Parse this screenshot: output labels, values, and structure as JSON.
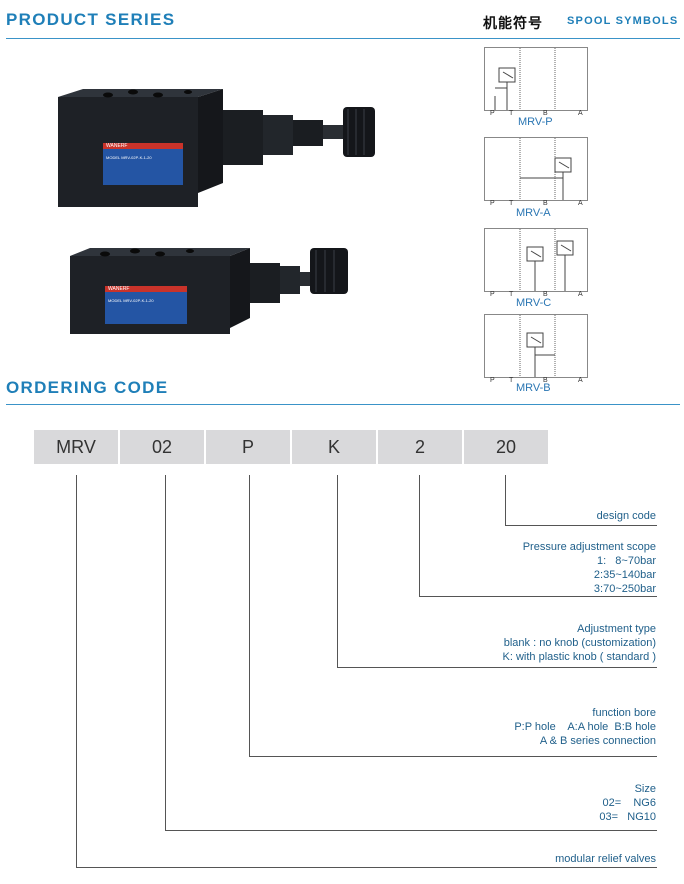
{
  "header": {
    "product_series": "PRODUCT SERIES",
    "spool_cn": "机能符号",
    "spool_en": "SPOOL SYMBOLS",
    "ordering_code": "ORDERING CODE"
  },
  "symbols": [
    {
      "label": "MRV-P",
      "pins": [
        "P",
        "T",
        "B",
        "A"
      ]
    },
    {
      "label": "MRV-A",
      "pins": [
        "P",
        "T",
        "B",
        "A"
      ]
    },
    {
      "label": "MRV-C",
      "pins": [
        "P",
        "T",
        "B",
        "A"
      ]
    },
    {
      "label": "MRV-B",
      "pins": [
        "P",
        "T",
        "B",
        "A"
      ]
    }
  ],
  "valves": [
    {
      "brand": "WANERF",
      "nameplate": "MODEL  MRV-02P-K-1-20"
    },
    {
      "brand": "WANERF",
      "nameplate": "MODEL  MRV-02P-K-1-20"
    }
  ],
  "code_boxes": [
    "MRV",
    "02",
    "P",
    "K",
    "2",
    "20"
  ],
  "descriptions": {
    "design": "design code",
    "pressure": "Pressure adjustment scope\n1:   8~70bar\n2:35~140bar\n3:70~250bar",
    "adjust": "Adjustment type\nblank : no knob (customization)\nK: with plastic knob ( standard )",
    "function": "function bore\nP:P hole    A:A hole  B:B hole\nA & B series connection",
    "size": "Size\n02=    NG6\n03=   NG10",
    "modular": "modular relief valves"
  },
  "colors": {
    "accent": "#1f7fb8",
    "box": "#d9d9db",
    "valve_body": "#1e2126",
    "label": "#2455a4"
  }
}
